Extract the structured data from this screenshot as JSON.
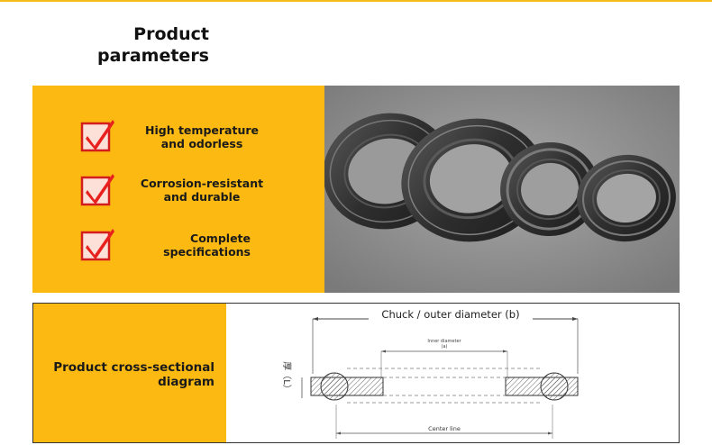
{
  "header": {
    "title_line1": "Product",
    "title_line2": "parameters"
  },
  "features": [
    {
      "icon": "checkbox-checked-icon",
      "line1": "High temperature",
      "line2": "and odorless"
    },
    {
      "icon": "checkbox-checked-icon",
      "line1": "Corrosion-resistant",
      "line2": "and durable"
    },
    {
      "icon": "checkbox-checked-icon",
      "line1": "Complete",
      "line2": "specifications"
    }
  ],
  "cross_section": {
    "label_line1": "Product cross-sectional",
    "label_line2": "diagram",
    "outer_label": "Chuck / outer diameter (b)",
    "inner_label_line1": "Inner diameter",
    "inner_label_line2": "(a)",
    "thickness_label": "厚（L）",
    "center_label": "Center line"
  },
  "colors": {
    "accent_yellow": "#fbb911",
    "check_red": "#e8201e",
    "check_border": "#d41e1e"
  }
}
